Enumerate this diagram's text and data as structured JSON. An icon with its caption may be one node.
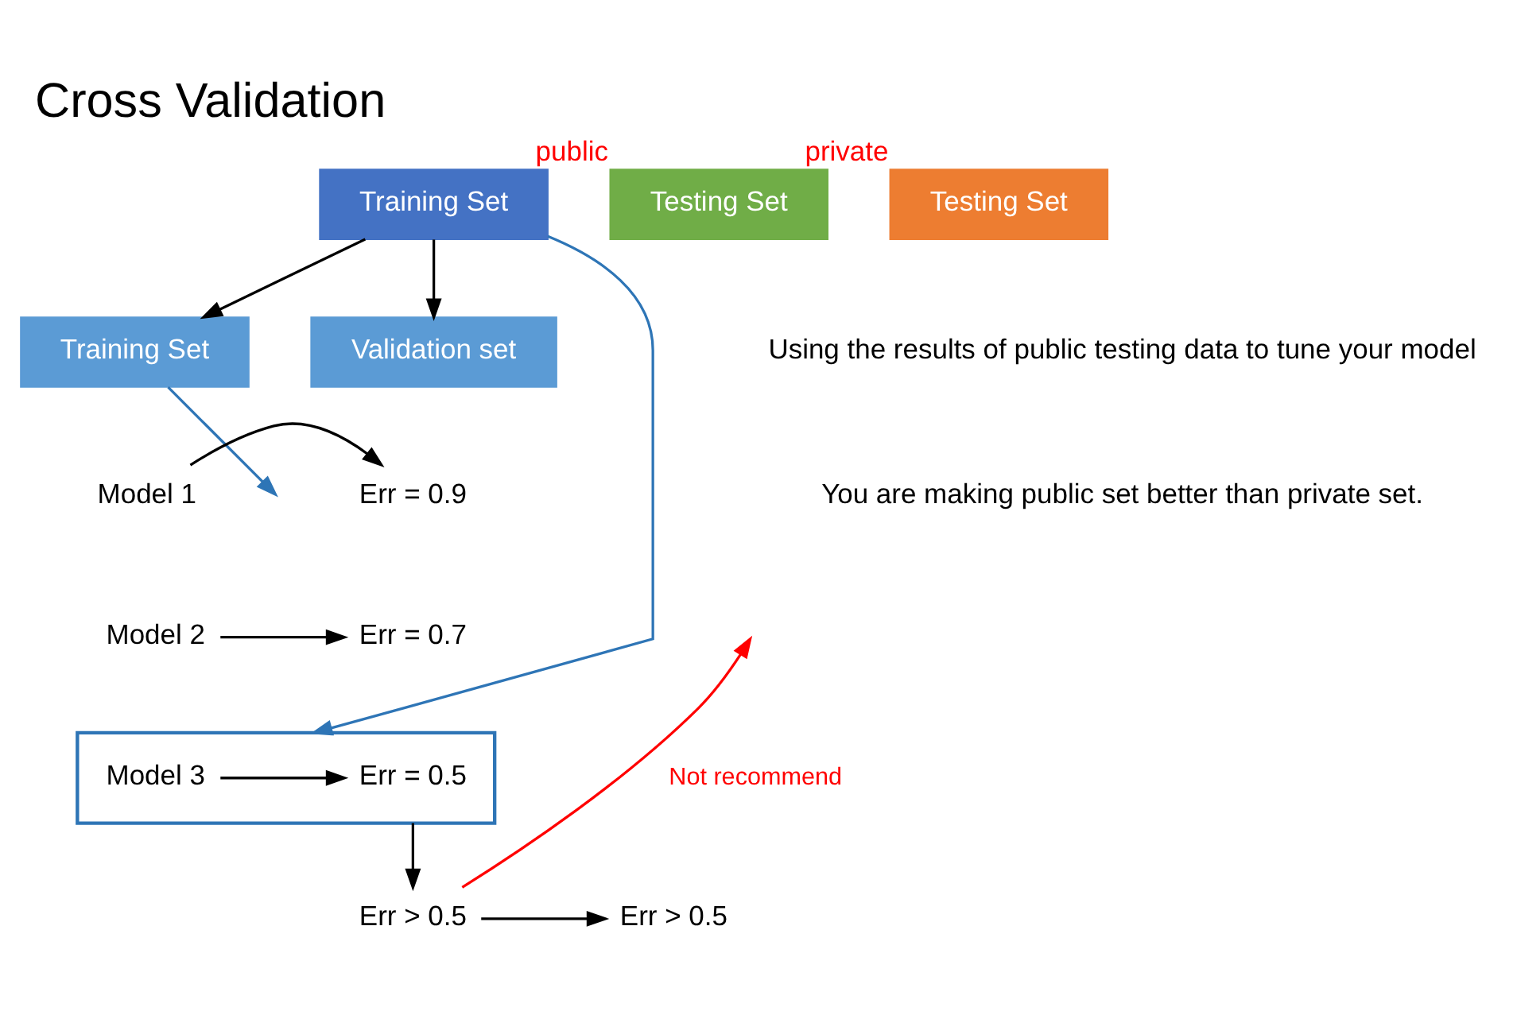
{
  "diagram": {
    "title": "Cross Validation",
    "nodes": [
      {
        "text": [
          "Training Set"
        ]
      },
      {
        "text": [
          "Testing Set"
        ],
        "beside": [
          "public"
        ]
      },
      {
        "text": [
          "Testing Set"
        ],
        "beside": [
          "private"
        ]
      },
      {
        "text": [
          "Training Set"
        ]
      },
      {
        "text": [
          "Validation set"
        ]
      },
      {
        "text": [
          "Model 1"
        ]
      },
      {
        "text": [
          "Err = 0.9"
        ]
      },
      {
        "text": [
          "Model 2"
        ]
      },
      {
        "text": [
          "Err = 0.7"
        ]
      },
      {
        "text": [],
        "shape": "box"
      },
      {
        "text": [
          "Model 3"
        ],
        "in": 9
      },
      {
        "text": [
          "Err = 0.5"
        ],
        "in": 9
      },
      {
        "text": [
          "Err > 0.5"
        ]
      },
      {
        "text": [
          "Err > 0.5"
        ]
      }
    ],
    "edges": [
      {
        "from": 0,
        "to": 3,
        "arrow": "to"
      },
      {
        "from": 0,
        "to": 4,
        "arrow": "to"
      },
      {
        "from": 0,
        "to": 9,
        "arrow": "to",
        "color": "#2e75b6"
      },
      {
        "from": 3,
        "to": null,
        "arrow": "to",
        "color": "#2e75b6"
      },
      {
        "from": 5,
        "to": 6,
        "arrow": "to"
      },
      {
        "from": 7,
        "to": 8,
        "arrow": "to"
      },
      {
        "from": 10,
        "to": 11,
        "arrow": "to"
      },
      {
        "from": 9,
        "to": 12,
        "arrow": "to"
      },
      {
        "from": 12,
        "to": 13,
        "arrow": "to"
      },
      {
        "from": 12,
        "to": null,
        "arrow": "to",
        "label": "Not recommend",
        "color": "#ff0000"
      }
    ],
    "labels": [
      "Using the results of public testing data to tune your model",
      "You are making public set better than private set."
    ]
  }
}
